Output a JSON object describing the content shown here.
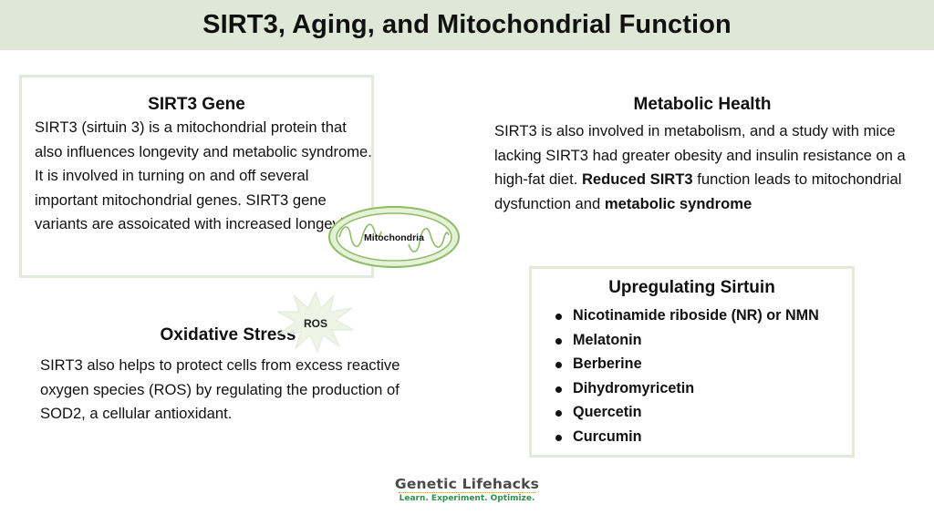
{
  "title": "SIRT3, Aging, and Mitochondrial Function",
  "sirt3_gene": {
    "heading": "SIRT3 Gene",
    "text": "SIRT3 (sirtuin 3) is a mitochondrial protein that also influences longevity and metabolic syndrome. It is involved in turning on and off several important mitochondrial genes. SIRT3 gene variants are assoicated with increased longevity."
  },
  "metabolic_health": {
    "heading": "Metabolic Health",
    "text_part1": "SIRT3 is also involved in metabolism, and a study with mice lacking SIRT3 had greater obesity and insulin resistance on a high-fat diet. ",
    "bold1": "Reduced SIRT3",
    "text_part2": " function leads to mitochondrial dysfunction and ",
    "bold2": "metabolic syndrome"
  },
  "oxidative_stress": {
    "heading": "Oxidative Stress",
    "text": "SIRT3 also helps to protect cells from excess reactive oxygen species (ROS) by regulating the production of SOD2, a cellular antioxidant."
  },
  "upregulating_sirtuin": {
    "heading": "Upregulating Sirtuin",
    "items": [
      "Nicotinamide riboside (NR) or NMN",
      "Melatonin",
      "Berberine",
      "Dihydromyricetin",
      "Quercetin",
      "Curcumin"
    ]
  },
  "graphics": {
    "mitochondria_label": "Mitochondria",
    "ros_label": "ROS"
  },
  "logo": {
    "name": "Genetic Lifehacks",
    "tagline": "Learn. Experiment. Optimize."
  },
  "colors": {
    "title_bar": "#dfe8d6",
    "box_border": "#e2ebd9",
    "mitochondria_fill": "#e6f2d8",
    "mitochondria_stroke": "#8cbc68",
    "ros_fill": "#eef3e6",
    "logo_tagline": "#2f8f4e",
    "logo_accent": "#d9893a"
  }
}
